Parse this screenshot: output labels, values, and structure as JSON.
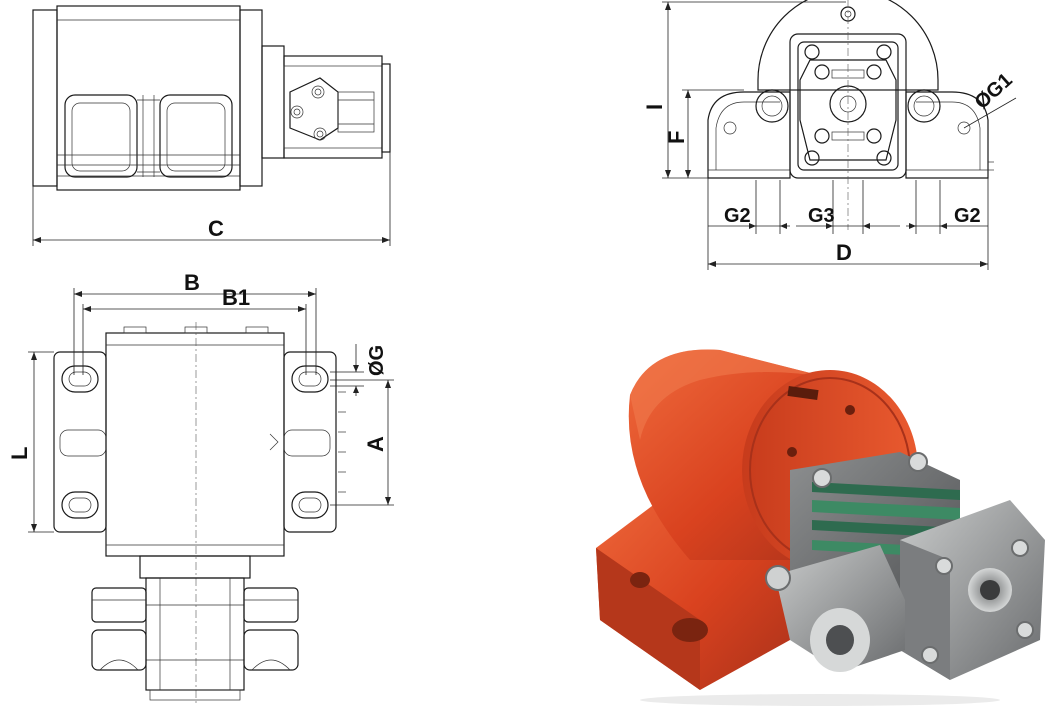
{
  "labels": {
    "C": "C",
    "B": "B",
    "B1": "B1",
    "L": "L",
    "A": "A",
    "OG": "ØG",
    "I": "I",
    "F": "F",
    "OG1": "ØG1",
    "G2_left": "G2",
    "G3": "G3",
    "G2_right": "G2",
    "D": "D"
  },
  "colors": {
    "housing": "#d9421f",
    "housing_dark": "#a8311a",
    "housing_light": "#ef6a3c",
    "pump_gray": "#8d8f90",
    "pump_dark": "#5e6062",
    "pump_light": "#c9cbcb",
    "guard_green": "#2e6b4f"
  }
}
